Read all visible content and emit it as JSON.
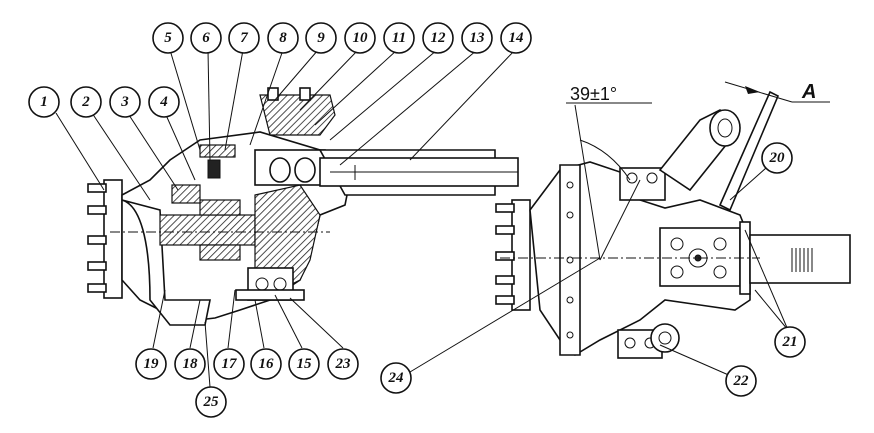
{
  "angle_label": "39±1°",
  "view_label": "A",
  "callouts": [
    "1",
    "2",
    "3",
    "4",
    "5",
    "6",
    "7",
    "8",
    "9",
    "10",
    "11",
    "12",
    "13",
    "14",
    "15",
    "16",
    "17",
    "18",
    "19",
    "20",
    "21",
    "22",
    "23",
    "24",
    "25"
  ]
}
